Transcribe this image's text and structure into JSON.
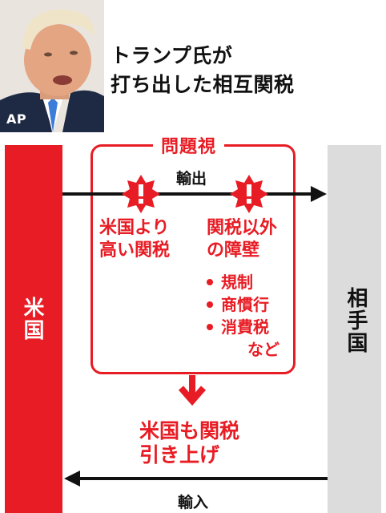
{
  "header": {
    "title_line1": "トランプ氏が",
    "title_line2": "打ち出した相互関税",
    "photo_credit": "AP"
  },
  "left_party": "米国",
  "right_party": "相手国",
  "frame": {
    "title": "問題視"
  },
  "flows": {
    "export": "輸出",
    "import": "輸入"
  },
  "barrier_1": {
    "line1": "米国より",
    "line2": "高い関税"
  },
  "barrier_2": {
    "line1": "関税以外",
    "line2": "の障壁",
    "items": [
      "規制",
      "商慣行",
      "消費税"
    ],
    "etc": "など"
  },
  "result": {
    "line1": "米国も関税",
    "line2": "引き上げ"
  },
  "colors": {
    "accent_red": "#e81c24",
    "partner_gray": "#dcdcdc"
  },
  "icons": [
    "exclamation-burst-icon",
    "arrow-right-icon",
    "arrow-left-icon",
    "arrow-down-icon"
  ]
}
